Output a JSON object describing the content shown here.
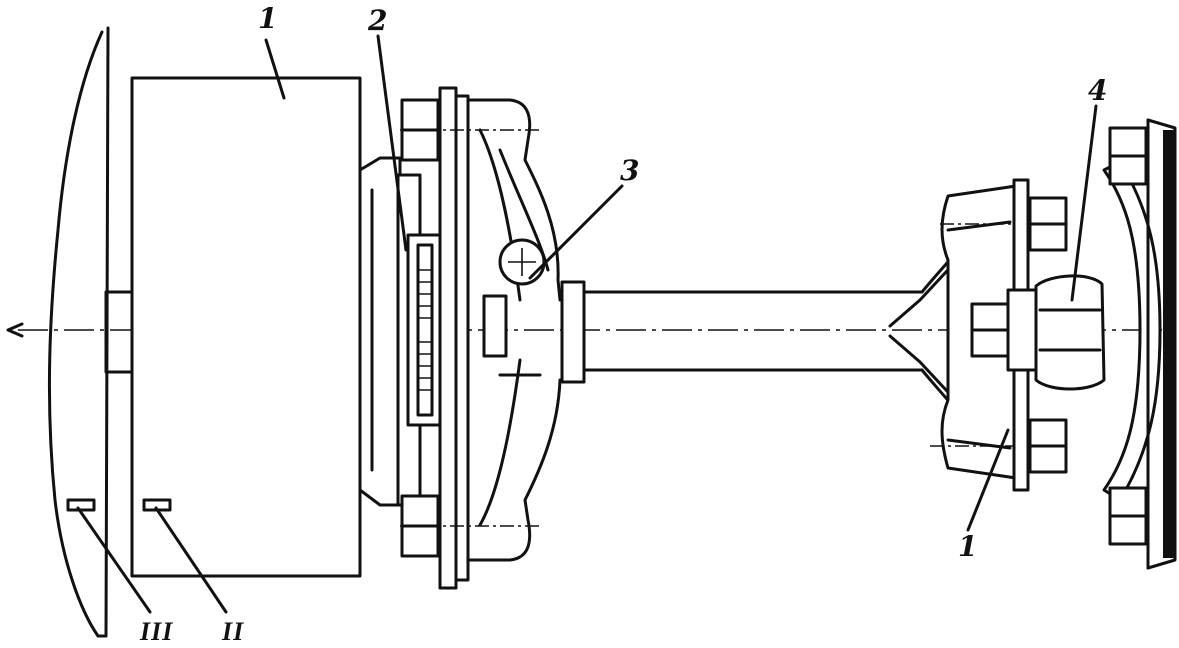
{
  "figure": {
    "callouts": {
      "c1_top": "1",
      "c2": "2",
      "c3": "3",
      "c4": "4",
      "c1_bottom": "1",
      "c_ii": "II",
      "c_iii": "III"
    },
    "colors": {
      "ink": "#111111",
      "paper": "#ffffff"
    }
  }
}
